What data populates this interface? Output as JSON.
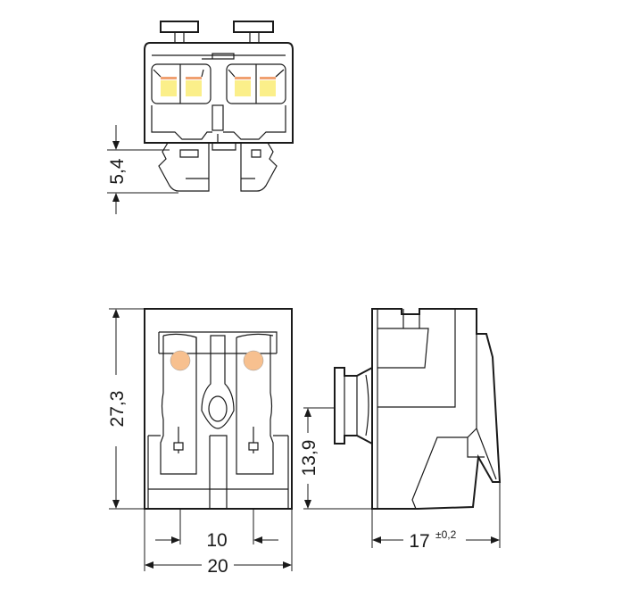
{
  "dimensions": {
    "top_height": "5,4",
    "front_height": "27,3",
    "pin_height": "13,9",
    "pitch": "10",
    "width": "20",
    "depth": "17",
    "depth_tolerance": "±0,2"
  },
  "colors": {
    "line": "#1a1a1a",
    "contact_yellow": "#fbef8a",
    "contact_orange": "#f0a070",
    "led_orange": "#f7c08f"
  }
}
